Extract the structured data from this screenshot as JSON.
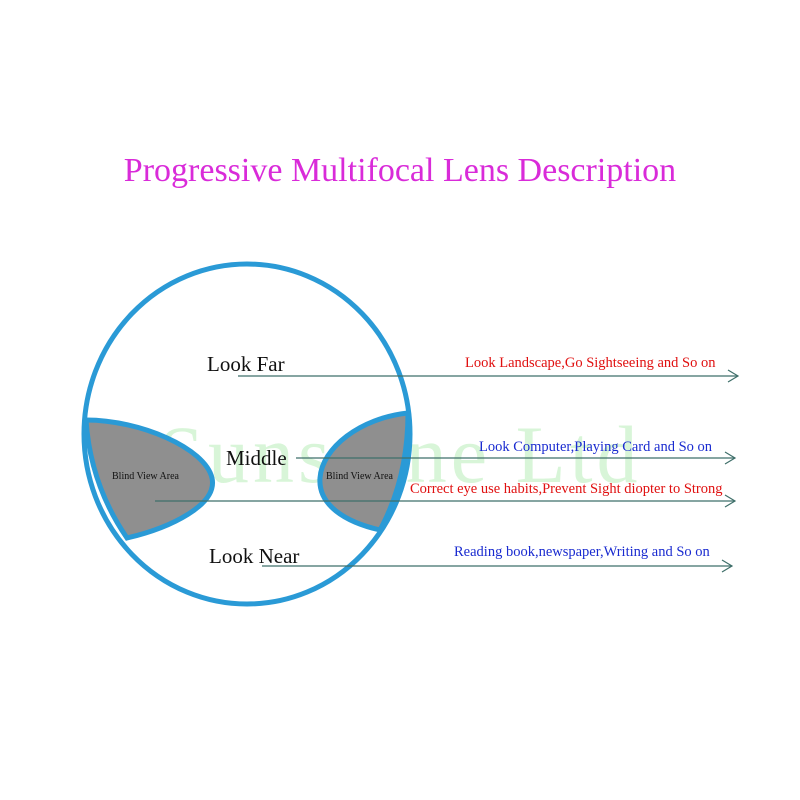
{
  "title": "Progressive Multifocal Lens Description",
  "watermark": "Sunstone Ltd",
  "zones": {
    "far": "Look Far",
    "middle": "Middle",
    "near": "Look Near",
    "blind_left": "Blind View Area",
    "blind_right": "Blind View Area"
  },
  "descriptions": {
    "far": "Look Landscape,Go Sightseeing and So on",
    "middle": "Look Computer,Playing Card and So on",
    "habits": "Correct eye use habits,Prevent Sight diopter to Strong",
    "near": "Reading book,newspaper,Writing and So on"
  },
  "colors": {
    "title": "#d92bd9",
    "lens_outline": "#2a9ad6",
    "blind_fill": "#8f8f8f",
    "red_text": "#e01010",
    "blue_text": "#1a2bd0",
    "arrow": "#3f6f6a",
    "watermark": "#9be79b"
  }
}
